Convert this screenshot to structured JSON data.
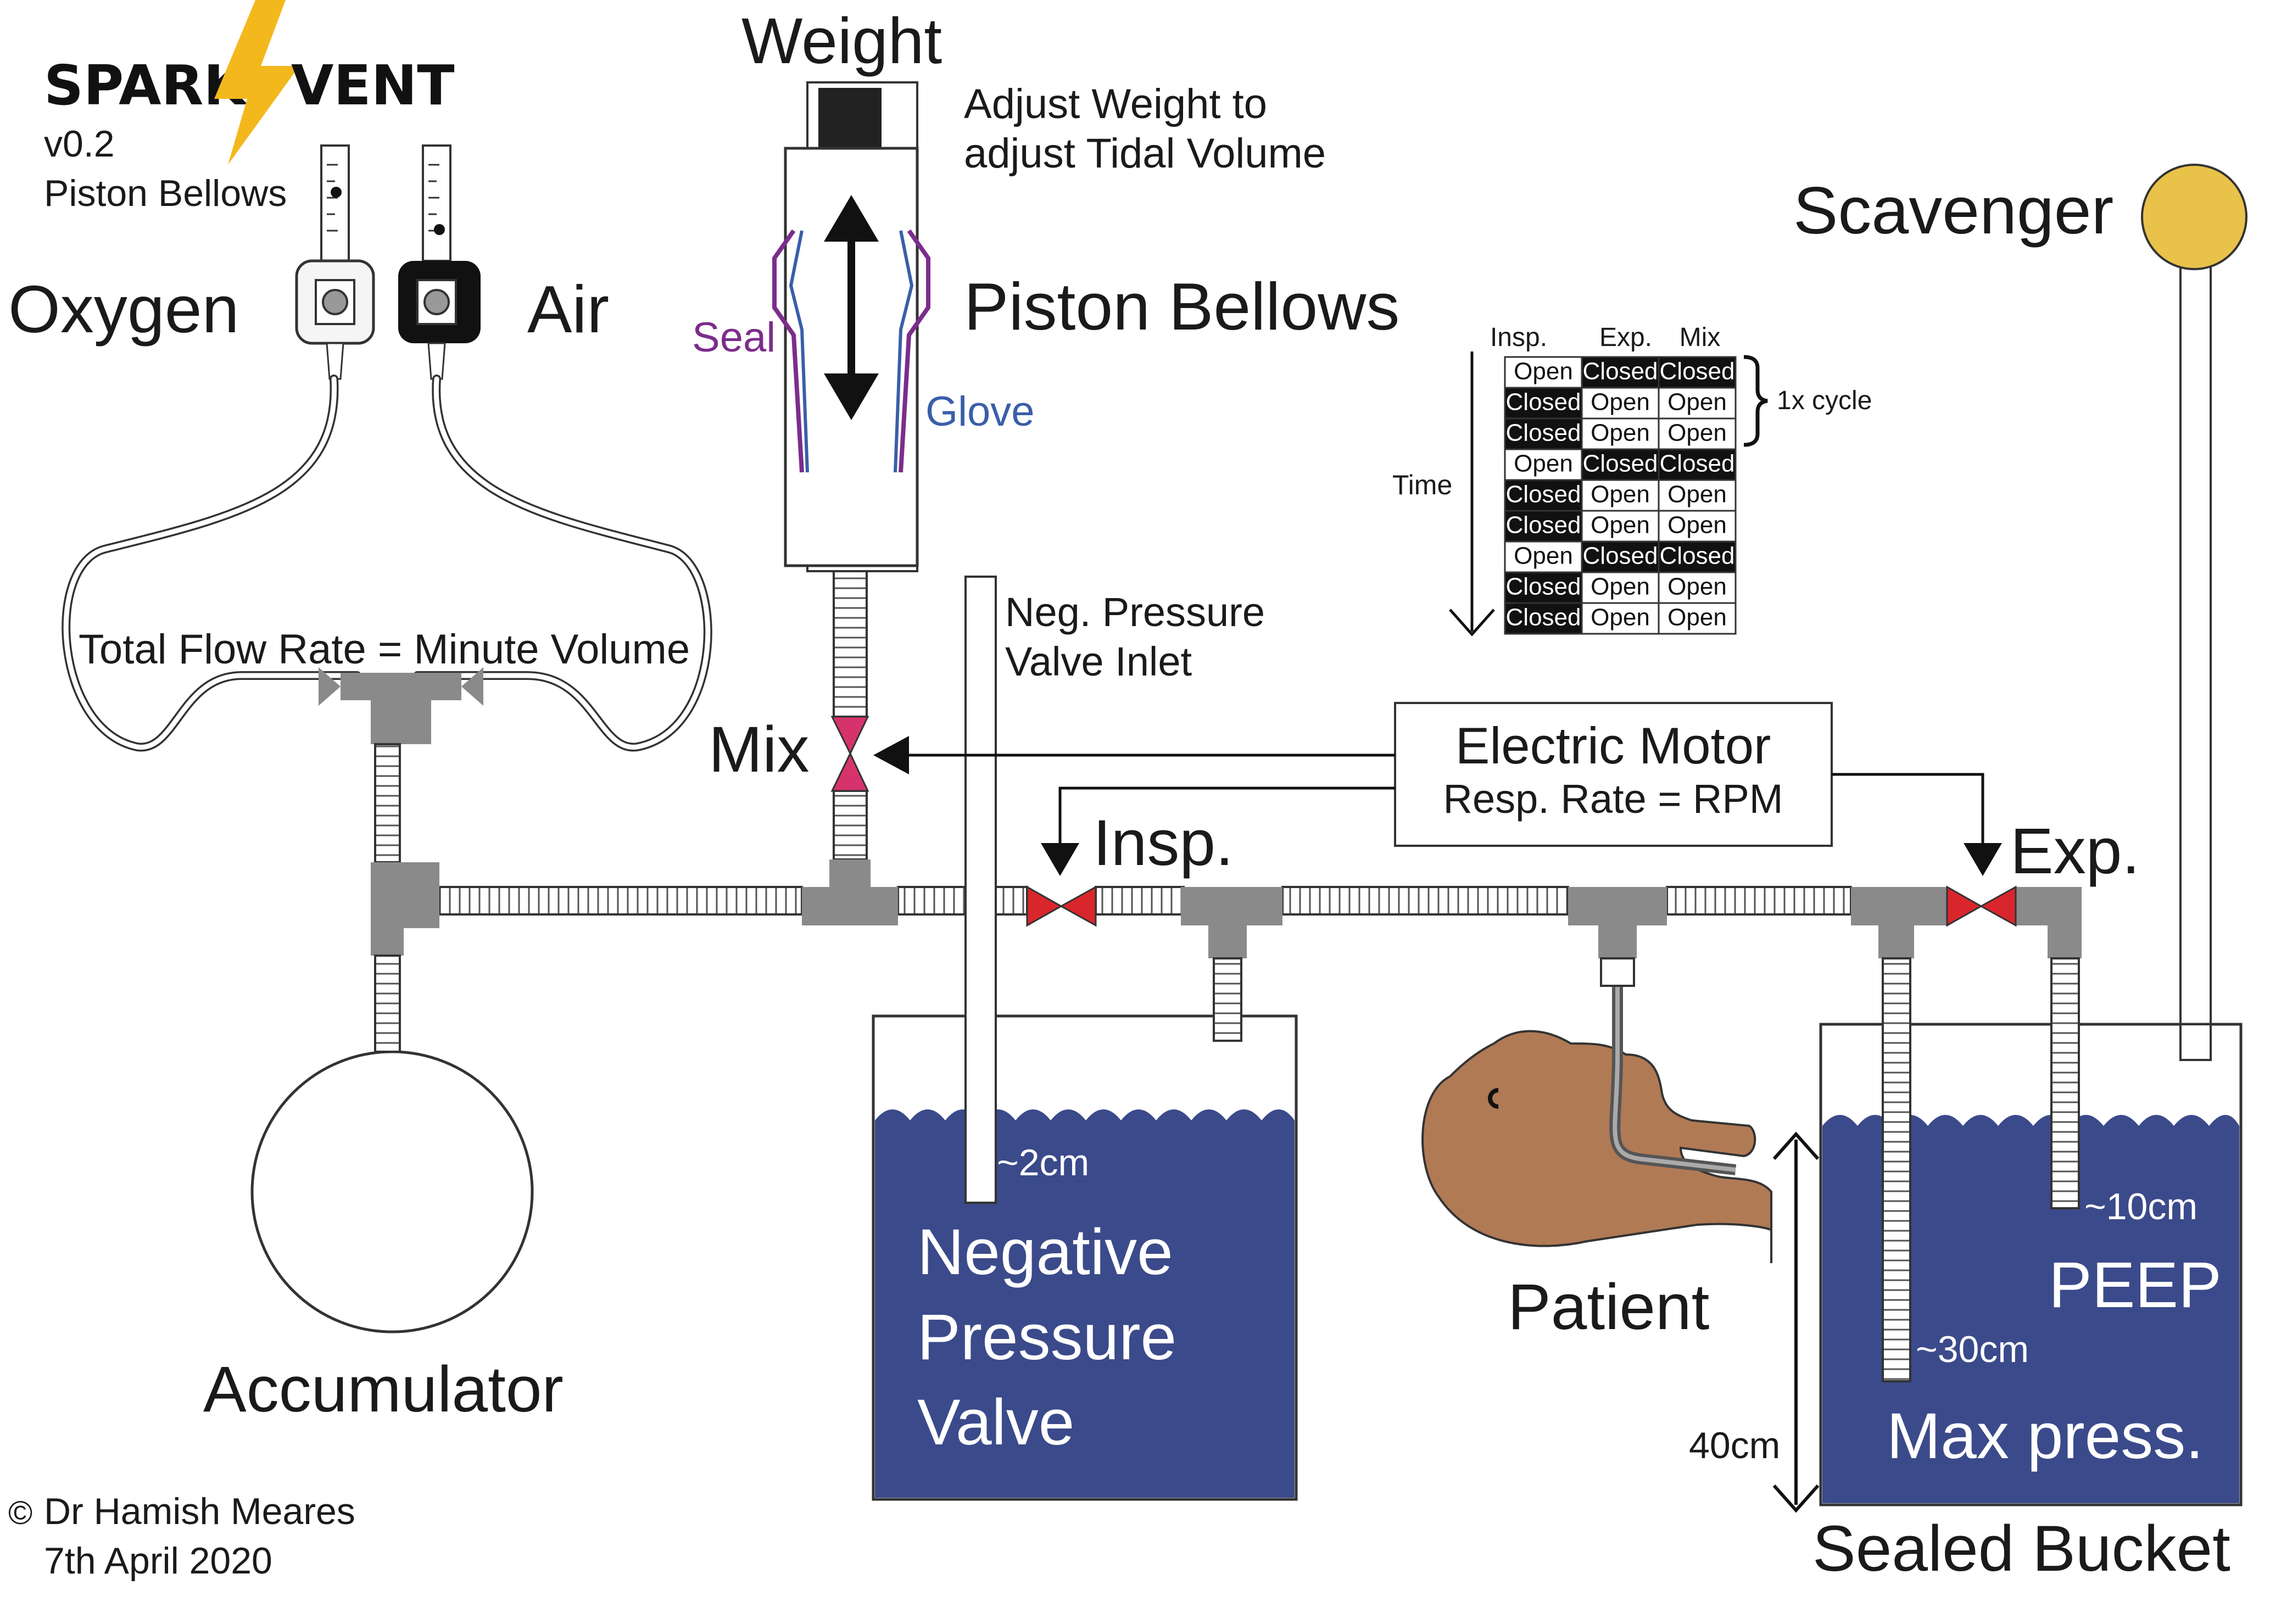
{
  "header": {
    "logo_left": "SPARK",
    "logo_right": "VENT",
    "version": "v0.2",
    "subtitle": "Piston Bellows",
    "lightning_color": "#f3b81c"
  },
  "labels": {
    "oxygen": "Oxygen",
    "air": "Air",
    "weight": "Weight",
    "adjust_line1": "Adjust Weight to",
    "adjust_line2": "adjust Tidal Volume",
    "seal": "Seal",
    "glove": "Glove",
    "piston_bellows": "Piston Bellows",
    "scavenger": "Scavenger",
    "total_flow": "Total Flow Rate = Minute Volume",
    "neg_inlet_line1": "Neg. Pressure",
    "neg_inlet_line2": "Valve Inlet",
    "mix": "Mix",
    "insp": "Insp.",
    "exp": "Exp.",
    "motor_line1": "Electric Motor",
    "motor_line2": "Resp. Rate = RPM",
    "accumulator": "Accumulator",
    "depth_2cm": "~2cm",
    "npv_line1": "Negative",
    "npv_line2": "Pressure",
    "npv_line3": "Valve",
    "patient": "Patient",
    "depth_40cm": "40cm",
    "depth_10cm": "~10cm",
    "peep": "PEEP",
    "depth_30cm": "~30cm",
    "max_press": "Max press.",
    "sealed_bucket": "Sealed Bucket",
    "time": "Time",
    "cycle": "1x cycle",
    "credit_symbol": "©",
    "author": "Dr Hamish Meares",
    "date": "7th April 2020"
  },
  "valve_table": {
    "headers": [
      "Insp.",
      "Exp.",
      "Mix"
    ],
    "rows": [
      [
        "Open",
        "Closed",
        "Closed"
      ],
      [
        "Closed",
        "Open",
        "Open"
      ],
      [
        "Closed",
        "Open",
        "Open"
      ],
      [
        "Open",
        "Closed",
        "Closed"
      ],
      [
        "Closed",
        "Open",
        "Open"
      ],
      [
        "Closed",
        "Open",
        "Open"
      ],
      [
        "Open",
        "Closed",
        "Closed"
      ],
      [
        "Closed",
        "Open",
        "Open"
      ],
      [
        "Closed",
        "Open",
        "Open"
      ]
    ]
  },
  "colors": {
    "water": "#3b4a8a",
    "valve_red": "#d9262c",
    "mix_valve": "#d6336c",
    "seal": "#7b2d8b",
    "glove": "#3a5ea8",
    "scavenger": "#e9c24a",
    "patient_skin": "#b07a55",
    "fitting_gray": "#8a8a8a",
    "closed_cell": "#111111"
  }
}
